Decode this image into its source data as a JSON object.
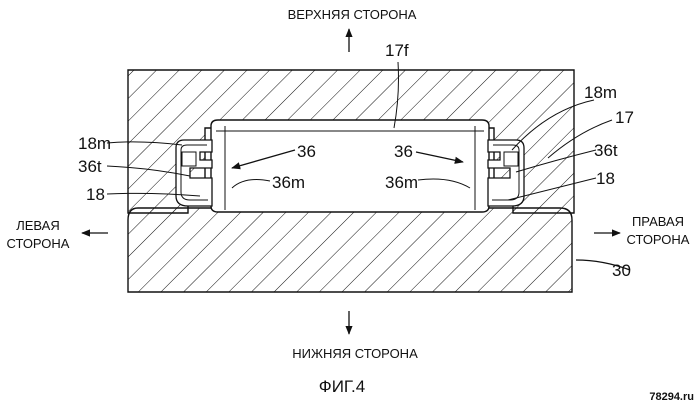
{
  "directions": {
    "top": "ВЕРХНЯЯ СТОРОНА",
    "bottom": "НИЖНЯЯ СТОРОНА",
    "left_line1": "ЛЕВАЯ",
    "left_line2": "СТОРОНА",
    "right_line1": "ПРАВАЯ",
    "right_line2": "СТОРОНА"
  },
  "reference_labels": {
    "r17f": "17f",
    "r18m_left": "18m",
    "r36t_left": "36t",
    "r18_left": "18",
    "r36_left": "36",
    "r36m_left": "36m",
    "r36_right": "36",
    "r36m_right": "36m",
    "r18m_right": "18m",
    "r17": "17",
    "r36t_right": "36t",
    "r18_right": "18",
    "r30": "30"
  },
  "caption": "ФИГ.4",
  "watermark": "78294.ru"
}
